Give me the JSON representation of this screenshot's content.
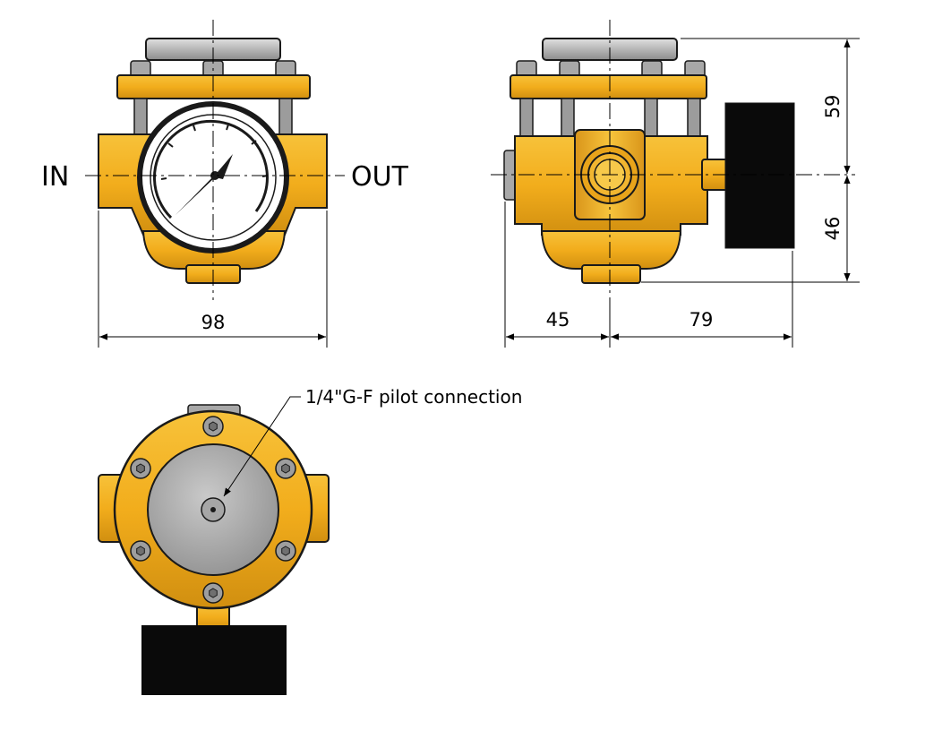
{
  "labels": {
    "inlet": "IN",
    "outlet": "OUT",
    "pilot_connection": "1/4\"G-F pilot connection"
  },
  "dimensions": {
    "front_width": "98",
    "side_left": "45",
    "side_right": "79",
    "side_top": "59",
    "side_bottom": "46"
  },
  "colors": {
    "body": "#f2b01e",
    "body_shade": "#c98a0e",
    "metal": "#9a9a9a",
    "metal_light": "#cfcfcf",
    "knob": "#0a0a0a",
    "outline": "#1a1a1a"
  }
}
